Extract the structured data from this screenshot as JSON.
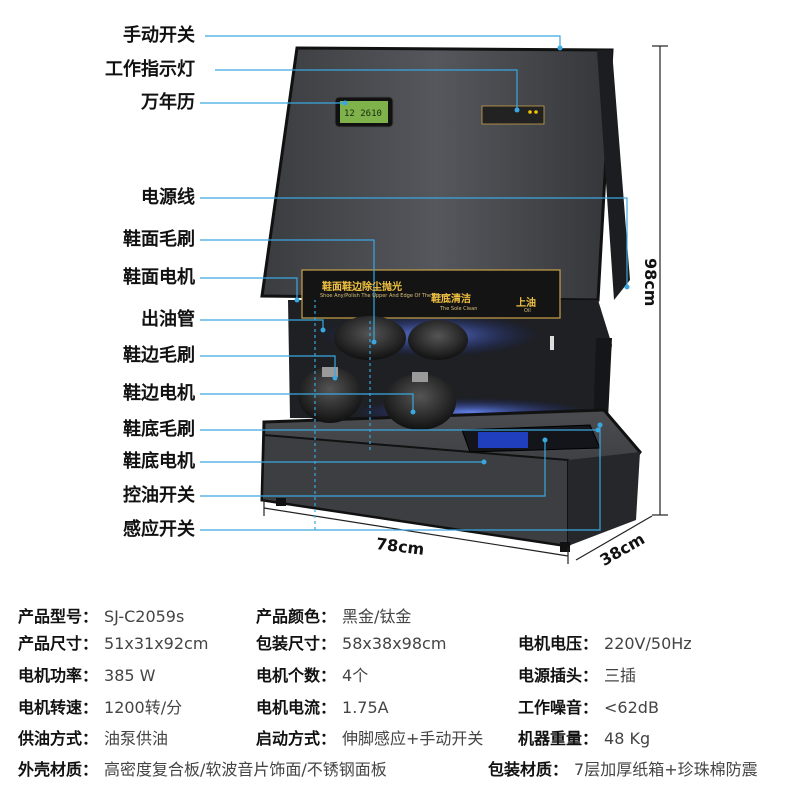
{
  "callouts": [
    {
      "id": "manual-switch",
      "label": "手动开关"
    },
    {
      "id": "work-indicator",
      "label": "工作指示灯"
    },
    {
      "id": "calendar",
      "label": "万年历"
    },
    {
      "id": "power-cord",
      "label": "电源线"
    },
    {
      "id": "upper-brush",
      "label": "鞋面毛刷"
    },
    {
      "id": "upper-motor",
      "label": "鞋面电机"
    },
    {
      "id": "oil-pipe",
      "label": "出油管"
    },
    {
      "id": "side-brush",
      "label": "鞋边毛刷"
    },
    {
      "id": "side-motor",
      "label": "鞋边电机"
    },
    {
      "id": "sole-brush",
      "label": "鞋底毛刷"
    },
    {
      "id": "sole-motor",
      "label": "鞋底电机"
    },
    {
      "id": "oil-switch",
      "label": "控油开关"
    },
    {
      "id": "sensor-switch",
      "label": "感应开关"
    }
  ],
  "dimensions": {
    "height": "98cm",
    "width": "78cm",
    "depth": "38cm"
  },
  "machine": {
    "sign_title_1": "鞋面鞋边除尘抛光",
    "sign_sub_1": "Shoe Any/Polish The Upper And Edge Of The Shoes",
    "sign_title_2": "鞋底清洁",
    "sign_sub_2": "The Sole Clean",
    "sign_title_3": "上油",
    "sign_sub_3": "Oil"
  },
  "specs": [
    [
      {
        "k": "产品型号：",
        "v": "SJ-C2059s"
      },
      {
        "k": "产品颜色：",
        "v": "黑金/钛金"
      }
    ],
    [
      {
        "k": "产品尺寸：",
        "v": "51x31x92cm"
      },
      {
        "k": "包装尺寸：",
        "v": "58x38x98cm"
      },
      {
        "k": "电机电压：",
        "v": "220V/50Hz"
      }
    ],
    [
      {
        "k": "电机功率：",
        "v": "385 W"
      },
      {
        "k": "电机个数：",
        "v": "4个"
      },
      {
        "k": "电源插头：",
        "v": "三插"
      }
    ],
    [
      {
        "k": "电机转速：",
        "v": "1200转/分"
      },
      {
        "k": "电机电流：",
        "v": "1.75A"
      },
      {
        "k": "工作噪音：",
        "v": "<62dB"
      }
    ],
    [
      {
        "k": "供油方式：",
        "v": "油泵供油"
      },
      {
        "k": "启动方式：",
        "v": "伸脚感应+手动开关"
      },
      {
        "k": "机器重量：",
        "v": "48 Kg"
      }
    ],
    [
      {
        "k": "外壳材质：",
        "v": "高密度复合板/软波音片饰面/不锈钢面板"
      },
      {
        "k": "包装材质：",
        "v": "7层加厚纸箱+珍珠棉防震"
      }
    ]
  ]
}
